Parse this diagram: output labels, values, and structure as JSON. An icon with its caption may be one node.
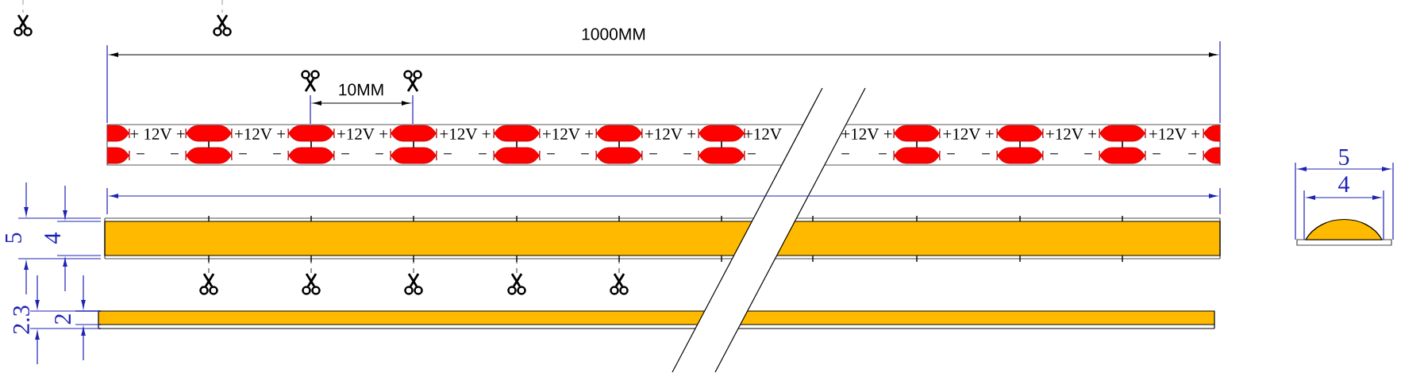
{
  "diagram": {
    "labels": [
      "1000MM",
      "10MM",
      "+ 12V +",
      "+12V +",
      "+12V +",
      "+12V +",
      "+12V +",
      "+12V +",
      "+12V",
      "+12V +",
      "+12V +",
      "+12V +",
      "+12V +",
      "−",
      "−",
      "−",
      "−",
      "−",
      "−",
      "−",
      "−",
      "−",
      "−",
      "−",
      "−",
      "−",
      "−",
      "−",
      "−",
      "−",
      "−",
      "−",
      "−",
      "−",
      "5",
      "4",
      "2.3",
      "2",
      "5",
      "4"
    ]
  }
}
